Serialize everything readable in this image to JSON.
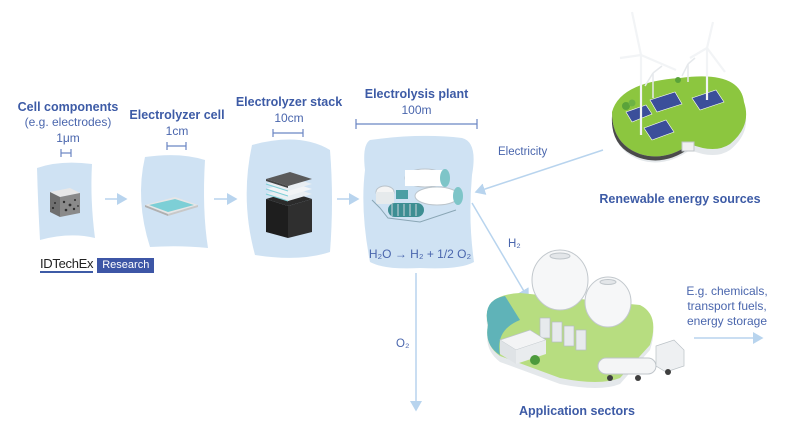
{
  "stages": [
    {
      "title": "Cell components",
      "subtitle": "(e.g. electrodes)",
      "scale": "1μm"
    },
    {
      "title": "Electrolyzer cell",
      "scale": "1cm"
    },
    {
      "title": "Electrolyzer stack",
      "scale": "10cm"
    },
    {
      "title": "Electrolysis plant",
      "scale": "100m",
      "equation": "H₂O → H₂ + 1/2 O₂"
    }
  ],
  "flows": {
    "electricity": "Electricity",
    "hydrogen": "H₂",
    "oxygen": "O₂"
  },
  "sources": {
    "renewable_label": "Renewable energy sources",
    "application_label": "Application sectors",
    "applications_examples": [
      "E.g. chemicals,",
      "transport fuels,",
      "energy storage"
    ]
  },
  "logo": {
    "name": "IDTechEx",
    "badge": "Research"
  },
  "colors": {
    "title_blue": "#3d5ba6",
    "panel_blue": "#cfe2f3",
    "arrow_blue": "#b8d4ee",
    "logo_badge": "#3d56a6",
    "grass_green": "#8cc63f"
  }
}
